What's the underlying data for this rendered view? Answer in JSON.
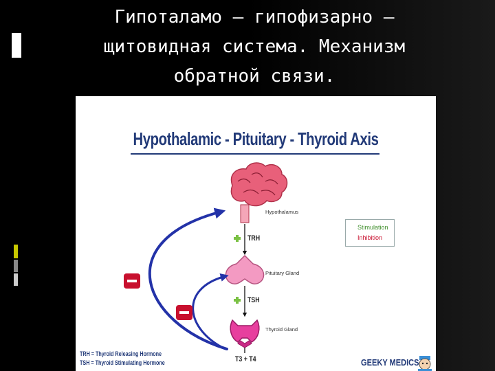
{
  "slide": {
    "title_lines": [
      "Гипоталамо – гипофизарно –",
      "щитовидная система. Механизм",
      "обратной связи."
    ]
  },
  "diagram": {
    "title": "Hypothalamic - Pituitary - Thyroid Axis",
    "organs": {
      "hypothalamus": "Hypothalamus",
      "pituitary": "Pituitary Gland",
      "thyroid": "Thyroid Gland"
    },
    "hormones": {
      "trh": "TRH",
      "tsh": "TSH",
      "t3t4": "T3 + T4"
    },
    "legend": {
      "stimulation": "Stimulation",
      "inhibition": "Inhibition"
    },
    "abbreviations": [
      "TRH = Thyroid Releasing Hormone",
      "TSH = Thyroid Stimulating Hormone"
    ],
    "brand": "GEEKY MEDICS",
    "colors": {
      "brain": "#e8607a",
      "pituitary": "#f39ac2",
      "thyroid": "#e73f9e",
      "feedback_arrow": "#2332a8",
      "stimulation": "#7ac143",
      "inhibition": "#c8102e"
    }
  }
}
